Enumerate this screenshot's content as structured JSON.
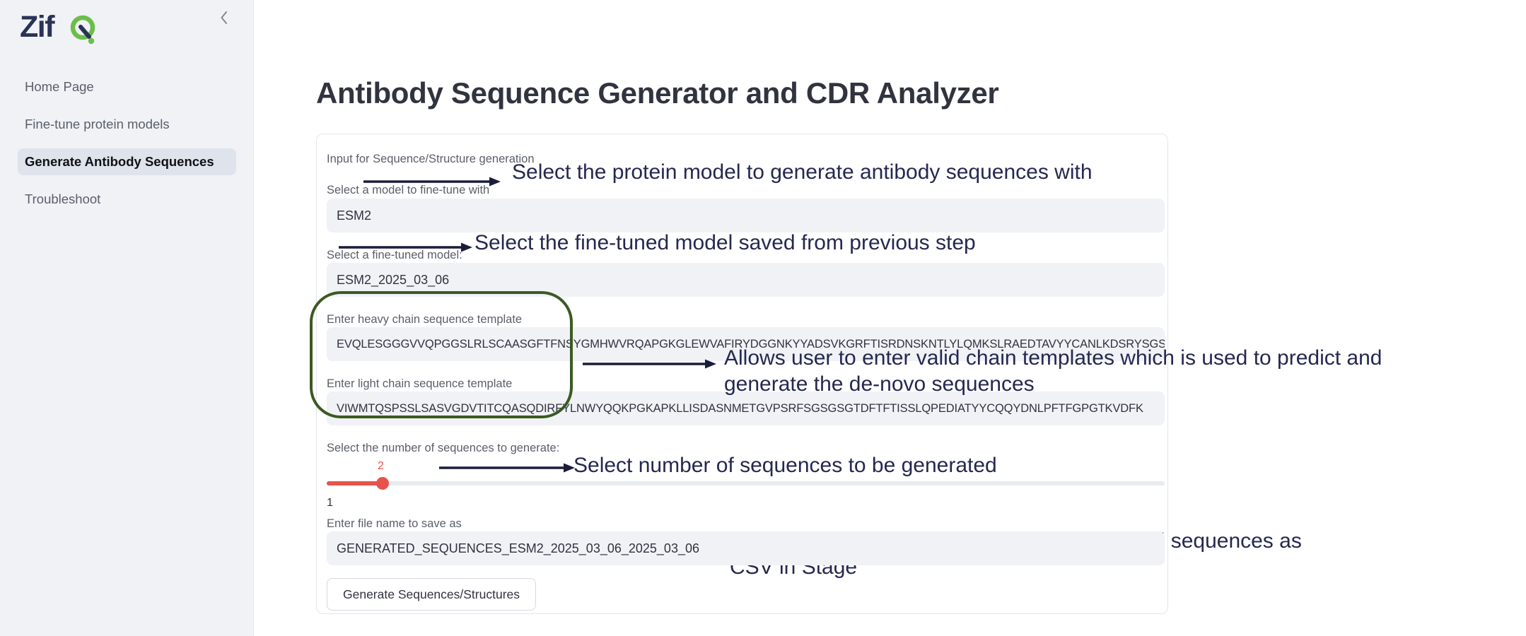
{
  "sidebar": {
    "logo_text": "Zifo",
    "collapse_icon": "chevron-left-icon",
    "items": [
      {
        "label": "Home Page",
        "active": false
      },
      {
        "label": "Fine-tune protein models",
        "active": false
      },
      {
        "label": "Generate Antibody Sequences",
        "active": true
      },
      {
        "label": "Troubleshoot",
        "active": false
      }
    ]
  },
  "main": {
    "page_title": "Antibody Sequence Generator and CDR Analyzer",
    "form": {
      "caption": "Input for Sequence/Structure generation",
      "model_label": "Select a model to fine-tune with",
      "model_value": "ESM2",
      "finetuned_label": "Select a fine-tuned model:",
      "finetuned_value": "ESM2_2025_03_06",
      "heavy_label": "Enter heavy chain sequence template",
      "heavy_value": "EVQLESGGGVVQPGGSLRLSCAASGFTFNSYGMHWVRQAPGKGLEWVAFIRYDGGNKYYADSVKGRFTISRDNSKNTLYLQMKSLRAEDTAVYYCANLKDSRYSGSYYDYWGQGTLVTVS",
      "light_label": "Enter light chain sequence template",
      "light_value": "VIWMTQSPSSLSASVGDVTITCQASQDIRFYLNWYQQKPGKAPKLLISDASNMETGVPSRFSGSGSGTDFTFTISSLQPEDIATYYCQQYDNLPFTFGPGTKVDFK",
      "slider_label": "Select the number of sequences to generate:",
      "slider_value": "2",
      "slider_min": "1",
      "filename_label": "Enter file name to save as",
      "filename_value": "GENERATED_SEQUENCES_ESM2_2025_03_06_2025_03_06",
      "generate_button": "Generate Sequences/Structures"
    }
  },
  "annotations": {
    "accent_color": "#252850",
    "highlight_color": "#3b5a22",
    "items": [
      {
        "text": "Select the protein model to generate antibody sequences with"
      },
      {
        "text": "Select the fine-tuned model saved from previous step"
      },
      {
        "text": "Allows user to enter valid chain templates which is used to predict and\ngenerate the de-novo sequences"
      },
      {
        "text": "Select number of sequences to be generated"
      },
      {
        "text": "Allows user to input text to save the generated sequences as\nCSV in Stage"
      }
    ]
  }
}
